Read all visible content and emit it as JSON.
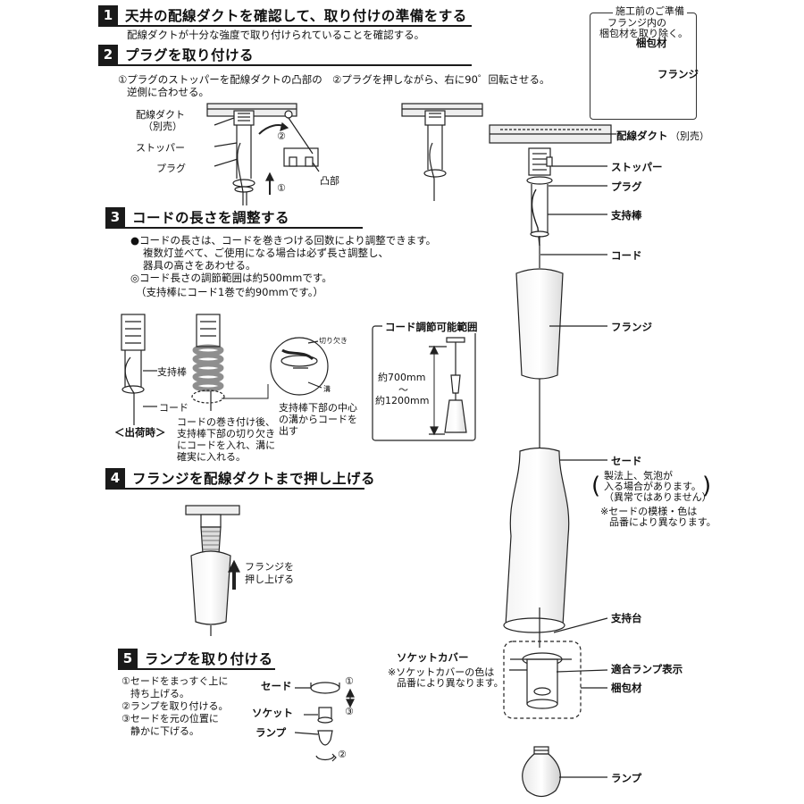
{
  "steps": [
    {
      "num": "1",
      "title": "天井の配線ダクトを確認して、取り付けの準備をする"
    },
    {
      "num": "2",
      "title": "プラグを取り付ける"
    },
    {
      "num": "3",
      "title": "コードの長さを調整する"
    },
    {
      "num": "4",
      "title": "フランジを配線ダクトまで押し上げる"
    },
    {
      "num": "5",
      "title": "ランプを取り付ける"
    }
  ],
  "step1": {
    "text": "配線ダクトが十分な強度で取り付けられていることを確認する。"
  },
  "prep": {
    "title": "施工前のご準備",
    "line1": "フランジ内の",
    "line2": "梱包材を取り除く。",
    "packing": "梱包材",
    "flange": "フランジ"
  },
  "step2": {
    "text1": "①プラグのストッパーを配線ダクトの凸部の",
    "text2": "逆側に合わせる。",
    "text3": "②プラグを押しながら、右に90゜回転させる。",
    "duct": "配線ダクト",
    "duct_note": "（別売）",
    "stopper": "ストッパー",
    "plug": "プラグ",
    "mark1": "①",
    "mark2": "②",
    "convex": "凸部"
  },
  "step3": {
    "b1": "●コードの長さは、コードを巻きつける回数により調整できます。",
    "b2": "複数灯並べて、ご使用になる場合は必ず長さ調整し、",
    "b3": "器具の高さをあわせる。",
    "b4": "◎コード長さの調節範囲は約500mmです。",
    "b5": "（支持棒にコード1巻で約90mmです。）",
    "support": "支持棒",
    "cord": "コード",
    "shipping": "＜出荷時＞",
    "wind1": "コードの巻き付け後、",
    "wind2": "支持棒下部の切り欠き",
    "wind3": "にコードを入れ、溝に",
    "wind4": "確実に入れる。",
    "notch": "切り欠き",
    "groove": "溝",
    "d1": "支持棒下部の中心",
    "d2": "の溝からコードを",
    "d3": "出す",
    "range_title": "コード調節可能範囲",
    "range_top": "約700mm",
    "range_tilde": "〜",
    "range_bottom": "約1200mm"
  },
  "step4": {
    "push1": "フランジを",
    "push2": "押し上げる"
  },
  "step5": {
    "i1": "①セードをまっすぐ上に",
    "i2": "持ち上げる。",
    "i3": "②ランプを取り付ける。",
    "i4": "③セードを元の位置に",
    "i5": "静かに下げる。",
    "shade": "セード",
    "socket": "ソケット",
    "lamp": "ランプ",
    "m1": "①",
    "m2": "②",
    "m3": "③"
  },
  "main": {
    "duct": "配線ダクト",
    "duct_note": "（別売）",
    "stopper": "ストッパー",
    "plug": "プラグ",
    "support": "支持棒",
    "cord": "コード",
    "flange": "フランジ",
    "shade": "セード",
    "shade_note1": "製法上、気泡が",
    "shade_note2": "入る場合があります。",
    "shade_note3": "（異常ではありません）",
    "shade_note4": "※セードの模様・色は",
    "shade_note5": "品番により異なります。",
    "stand": "支持台",
    "socket_cover": "ソケットカバー",
    "sc_note1": "※ソケットカバーの色は",
    "sc_note2": "品番により異なります。",
    "lamp_ind": "適合ランプ表示",
    "packing": "梱包材",
    "lamp": "ランプ"
  }
}
